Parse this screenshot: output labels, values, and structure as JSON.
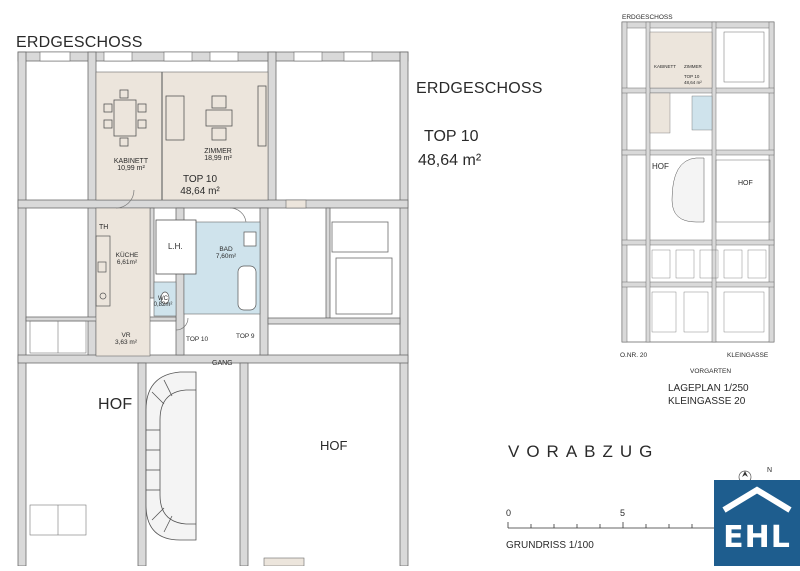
{
  "plan": {
    "title_left": "ERDGESCHOSS",
    "rooms": {
      "kabinett": {
        "name": "KABINETT",
        "area": "10,99 m²"
      },
      "zimmer": {
        "name": "ZIMMER",
        "area": "18,99 m²"
      },
      "top_area": {
        "name": "TOP 10",
        "area": "48,64 m²"
      },
      "kueche": {
        "name": "KÜCHE",
        "area": "6,61m²"
      },
      "bad": {
        "name": "BAD",
        "area": "7,60m²"
      },
      "wc": {
        "name": "WC",
        "area": "0,82m²"
      },
      "vr": {
        "name": "VR",
        "area": "3,63 m²"
      },
      "lh": "L.H.",
      "th": "TH",
      "gang": "GANG",
      "top10_door": "TOP 10",
      "top9_door": "TOP 9",
      "hof_left": "HOF",
      "hof_right": "HOF"
    }
  },
  "info": {
    "erdgeschoss": "ERDGESCHOSS",
    "top_name": "TOP 10",
    "top_area": "48,64 m²",
    "vorabzug": "VORABZUG",
    "scale_start": "0",
    "scale_mid": "5",
    "grundriss": "GRUNDRISS 1/100"
  },
  "site": {
    "title": "ERDGESCHOSS",
    "hof1": "HOF",
    "hof2": "HOF",
    "onr": "O.NR. 20",
    "kleingasse": "KLEINGASSE",
    "vorgarten": "VORGARTEN",
    "lageplan": "LAGEPLAN 1/250",
    "address": "KLEINGASSE 20",
    "mini_top": "TOP 10",
    "mini_area": "48,64 m²",
    "mini_kabinett": "KABINETT",
    "mini_zimmer": "ZIMMER"
  },
  "logo": {
    "text": "EHL",
    "color": "#1e5d8e"
  },
  "north_label": "N",
  "colors": {
    "living": "#ece5dc",
    "wet": "#cfe3ec",
    "wall": "#d9d9d9",
    "wall_stroke": "#6b6b6b"
  }
}
